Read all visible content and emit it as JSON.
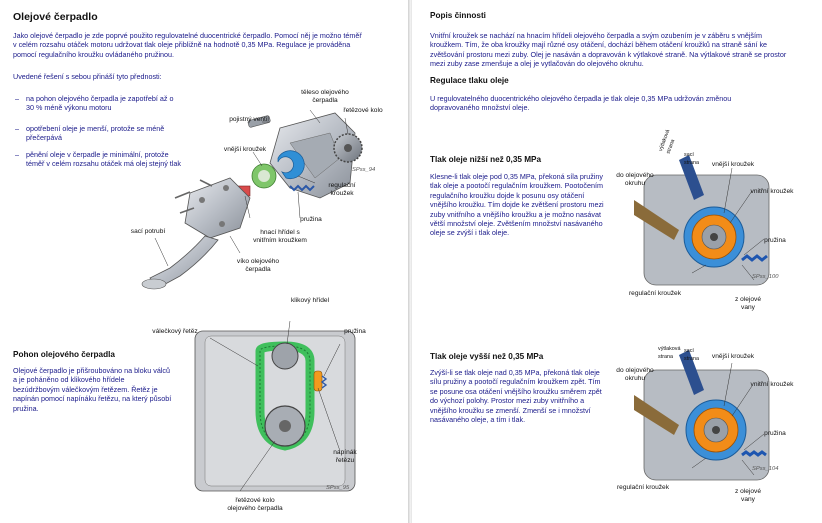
{
  "left": {
    "title": "Olejové čerpadlo",
    "intro": "Jako olejové čerpadlo je zde poprvé použito regulovatelné duocentrické čerpadlo. Pomocí něj je možno téměř v celém rozsahu otáček motoru udržovat tlak oleje přibližně na hodnotě 0,35 MPa. Regulace je prováděna pomocí regulačního kroužku ovládaného pružinou.",
    "advantages_lead": "Uvedené řešení s sebou přináší tyto přednosti:",
    "bullets": [
      "na pohon olejového čerpadla je zapotřebí až o 30 % méně výkonu motoru",
      "opotřebení oleje je menší, protože se méně přečerpává",
      "pěnění oleje v čerpadle je minimální, protože téměř v celém rozsahu otáček má olej stejný tlak"
    ],
    "fig1": {
      "labels": {
        "teleso": "těleso olejového čerpadla",
        "retezove_kolo": "řetězové kolo",
        "pojistny_ventil": "pojistný ventil",
        "vnejsi_krouzek": "vnější kroužek",
        "regulacni_krouzek": "regulační kroužek",
        "pruzina": "pružina",
        "hnaci_hridel": "hnací hřídel s vnitřním kroužkem",
        "saci_potrubi": "sací potrubí",
        "viko": "víko olejového čerpadla"
      },
      "ref": "SPss_94"
    },
    "drive": {
      "title": "Pohon olejového čerpadla",
      "text": "Olejové čerpadlo je přišroubováno na bloku válců a je poháněno od klikového hřídele bezúdržbovým válečkovým řetězem. Řetěz je napínán pomocí napínáku řetězu, na který působí pružina."
    },
    "fig2": {
      "labels": {
        "klikovy_hridel": "klikový hřídel",
        "valeckovy_retez": "válečkový řetěz",
        "pruzina": "pružina",
        "napinak": "napínák řetězu",
        "retezove_kolo": "řetězové kolo olejového čerpadla"
      },
      "ref": "SPss_95"
    }
  },
  "right": {
    "func_title": "Popis činnosti",
    "func_text": "Vnitřní kroužek se nachází na hnacím hřídeli olejového čerpadla a svým ozubením je v záběru s vnějším kroužkem. Tím, že oba kroužky mají různé osy otáčení, dochází během otáčení kroužků na straně sání ke zvětšování prostoru mezi zuby. Olej je nasáván a dopravován k výtlakové straně. Na výtlakové straně se prostor mezi zuby zase zmenšuje a olej je vytlačován do olejového okruhu.",
    "reg_title": "Regulace tlaku oleje",
    "reg_text": "U regulovatelného duocentrického olejového čerpadla je tlak oleje 0,35 MPa udržován změnou dopravovaného množství oleje.",
    "low": {
      "title": "Tlak oleje nižší než 0,35 MPa",
      "text": "Klesne-li tlak oleje pod 0,35 MPa, překoná síla pružiny tlak oleje a pootočí regulačním kroužkem. Pootočením regulačního kroužku dojde k posunu osy otáčení vnějšího kroužku. Tím dojde ke zvětšení prostoru mezi zuby vnitřního a vnějšího kroužku a je možno nasávat větší množství oleje. Zvětšením množství nasávaného oleje se zvýší i tlak oleje.",
      "ref": "SPss_100"
    },
    "high": {
      "title": "Tlak oleje vyšší než 0,35 MPa",
      "text": "Zvýší-li se tlak oleje nad 0,35 MPa, překoná tlak oleje sílu pružiny a pootočí regulačním kroužkem zpět. Tím se posune osa otáčení vnějšího kroužku směrem zpět do výchozí polohy. Prostor mezi zuby vnitřního a vnějšího kroužku se zmenší. Zmenší se i množství nasávaného oleje, a tím i tlak.",
      "ref": "SPss_104"
    },
    "diagram_labels": {
      "vytlakova_strana": "výtlaková strana",
      "saci_strana": "sací strana",
      "do_okruhu": "do olejového okruhu",
      "vnejsi_krouzek": "vnější kroužek",
      "vnitrni_krouzek": "vnitřní kroužek",
      "pruzina": "pružina",
      "regulacni_krouzek": "regulační kroužek",
      "z_vany": "z olejové vany"
    }
  }
}
